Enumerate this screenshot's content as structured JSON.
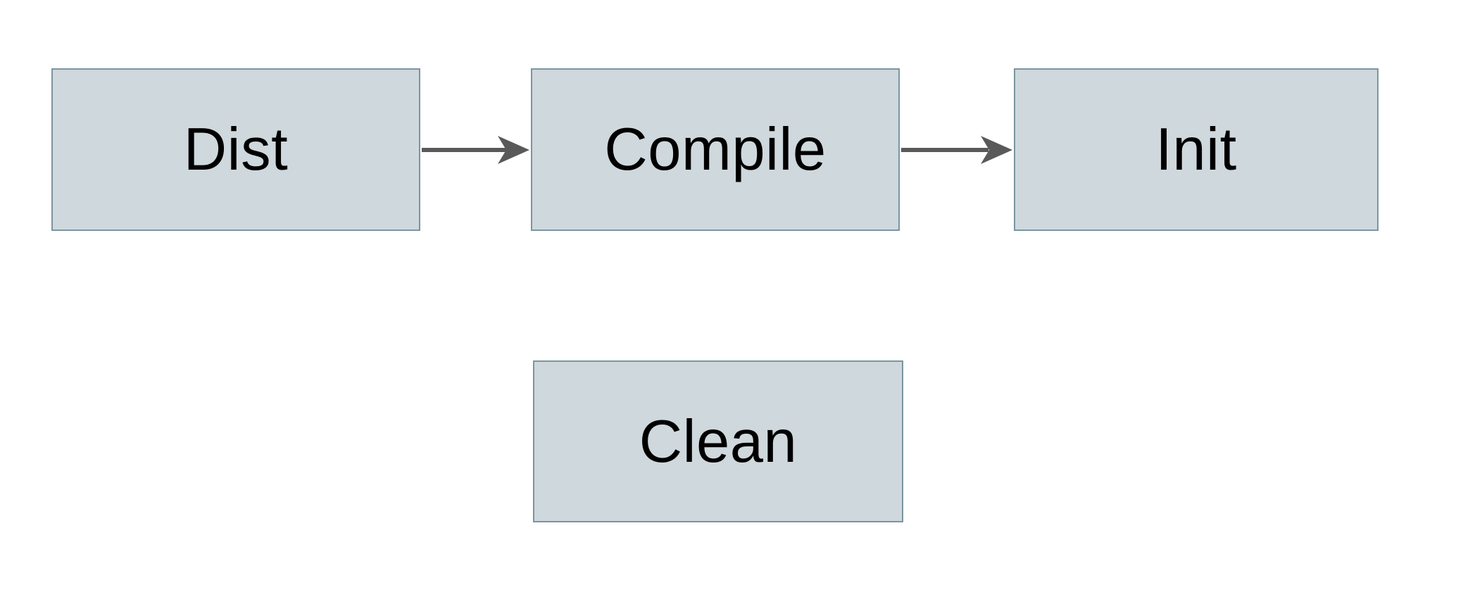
{
  "diagram": {
    "type": "flowchart",
    "background_color": "#ffffff",
    "node_fill_color": "#cfd8dc",
    "node_border_color": "#7b95a1",
    "arrow_color": "#595959",
    "label_color": "#000000",
    "nodes": [
      {
        "id": "dist",
        "label": "Dist"
      },
      {
        "id": "compile",
        "label": "Compile"
      },
      {
        "id": "init",
        "label": "Init"
      },
      {
        "id": "clean",
        "label": "Clean"
      }
    ],
    "edges": [
      {
        "from": "dist",
        "to": "compile"
      },
      {
        "from": "compile",
        "to": "init"
      }
    ]
  }
}
